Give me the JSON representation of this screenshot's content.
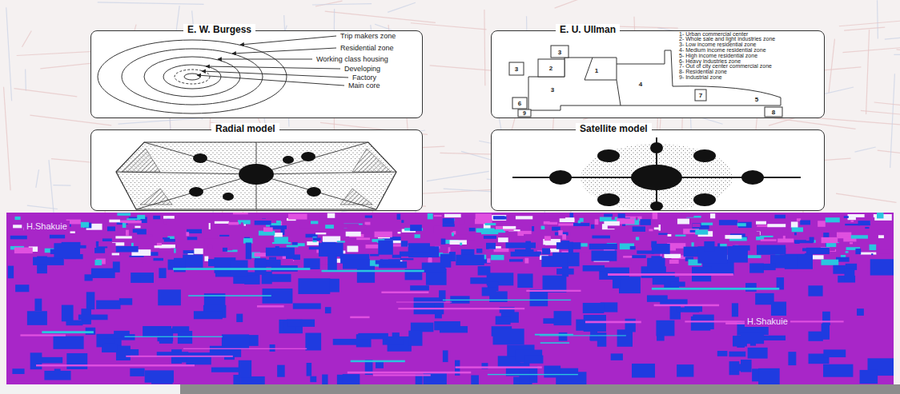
{
  "diagram": {
    "nodes": [
      {
        "text": [
          "E. W. Burgess"
        ]
      },
      {
        "text": [
          "E. U. Ullman"
        ]
      },
      {
        "text": [
          "Radial model"
        ]
      },
      {
        "text": [
          "Satellite model"
        ]
      }
    ],
    "labels": [
      "Trip makers zone",
      "Residential zone",
      "Working class housing",
      "Developing",
      "Factory",
      "Main core",
      "1- Urban commercial center",
      "2- Whole sale and light industries zone",
      "3- Low income residential zone",
      "4- Medium income residential zone",
      "5- High income residential zone",
      "6- Heavy industries zone",
      "7- Out of city center commercial zone",
      "8- Residential zone",
      "9- Industrial zone",
      "3",
      "2",
      "1",
      "3",
      "3",
      "4",
      "7",
      "5",
      "6",
      "9",
      "8",
      "H.Shakuie",
      "H.Shakuie"
    ]
  }
}
